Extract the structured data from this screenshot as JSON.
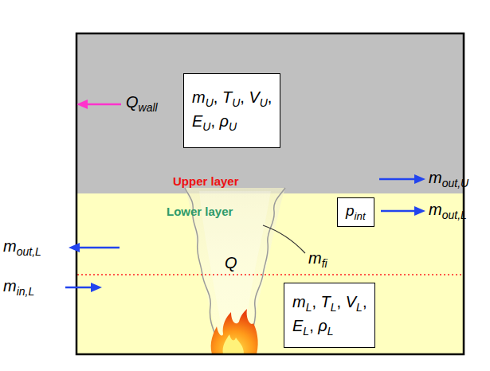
{
  "diagram": {
    "nodes": [
      {
        "text": [
          "Upper layer"
        ]
      },
      {
        "text": [
          "Lower layer"
        ]
      },
      {
        "text": [
          "mU, TU, VU, EU, ρU"
        ],
        "in": 0
      },
      {
        "text": [
          "pint"
        ],
        "in": 1
      },
      {
        "text": [
          "mL, TL, VL, EL, ρL"
        ],
        "in": 1
      }
    ],
    "labels": [
      "Qwall",
      "mout,U",
      "mout,L",
      "mout,L",
      "min,L",
      "Q",
      "mfi"
    ]
  }
}
